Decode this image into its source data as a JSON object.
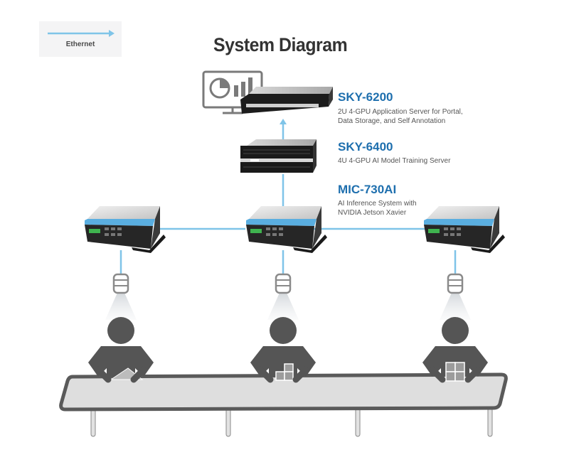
{
  "legend": {
    "label": "Ethernet",
    "line_color": "#7fc4e8"
  },
  "title": "System Diagram",
  "colors": {
    "accent": "#1e6fae",
    "ethernet": "#7fc4e8",
    "figure": "#555555",
    "table_fill": "#dedede"
  },
  "products": [
    {
      "name": "SKY-6200",
      "description_lines": [
        "2U 4-GPU Application Server for Portal,",
        "Data Storage, and Self Annotation"
      ]
    },
    {
      "name": "SKY-6400",
      "description_lines": [
        "4U 4-GPU AI Model Training Server"
      ]
    },
    {
      "name": "MIC-730AI",
      "description_lines": [
        "AI Inference System with",
        "NVIDIA Jetson Xavier"
      ]
    }
  ],
  "devices": {
    "monitor": "dashboard-monitor-icon",
    "edge_count": 3,
    "camera_count": 3,
    "worker_count": 3
  },
  "workstations": [
    {
      "item": "triangle-part"
    },
    {
      "item": "stacked-blocks"
    },
    {
      "item": "four-block-grid"
    }
  ]
}
